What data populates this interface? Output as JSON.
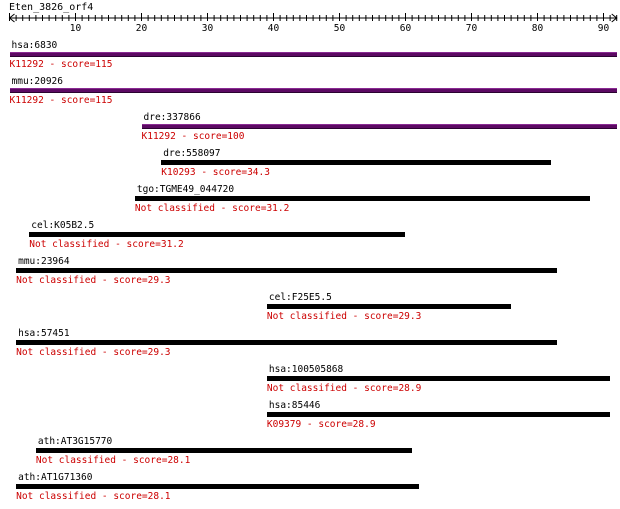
{
  "query": {
    "name": "Eten_3826_orf4",
    "length": 92,
    "ticks": [
      10,
      20,
      30,
      40,
      50,
      60,
      70,
      80,
      90
    ]
  },
  "colors": {
    "ortholog_bar": "#5c0a63",
    "hit_bar": "#000000",
    "score_text": "#cc0000"
  },
  "hits": [
    {
      "name": "hsa:6830",
      "label": "K11292 - score=115",
      "start": 1,
      "end": 92,
      "kind": "ortholog"
    },
    {
      "name": "mmu:20926",
      "label": "K11292 - score=115",
      "start": 1,
      "end": 92,
      "kind": "ortholog"
    },
    {
      "name": "dre:337866",
      "label": "K11292 - score=100",
      "start": 21,
      "end": 92,
      "kind": "ortholog"
    },
    {
      "name": "dre:558097",
      "label": "K10293 - score=34.3",
      "start": 24,
      "end": 82,
      "kind": "hit"
    },
    {
      "name": "tgo:TGME49_044720",
      "label": "Not classified - score=31.2",
      "start": 20,
      "end": 88,
      "kind": "hit"
    },
    {
      "name": "cel:K05B2.5",
      "label": "Not classified - score=31.2",
      "start": 4,
      "end": 60,
      "kind": "hit"
    },
    {
      "name": "mmu:23964",
      "label": "Not classified - score=29.3",
      "start": 2,
      "end": 83,
      "kind": "hit"
    },
    {
      "name": "cel:F25E5.5",
      "label": "Not classified - score=29.3",
      "start": 40,
      "end": 76,
      "kind": "hit"
    },
    {
      "name": "hsa:57451",
      "label": "Not classified - score=29.3",
      "start": 2,
      "end": 83,
      "kind": "hit"
    },
    {
      "name": "hsa:100505868",
      "label": "Not classified - score=28.9",
      "start": 40,
      "end": 91,
      "kind": "hit"
    },
    {
      "name": "hsa:85446",
      "label": "K09379 - score=28.9",
      "start": 40,
      "end": 91,
      "kind": "hit"
    },
    {
      "name": "ath:AT3G15770",
      "label": "Not classified - score=28.1",
      "start": 5,
      "end": 61,
      "kind": "hit"
    },
    {
      "name": "ath:AT1G71360",
      "label": "Not classified - score=28.1",
      "start": 2,
      "end": 62,
      "kind": "hit"
    }
  ]
}
